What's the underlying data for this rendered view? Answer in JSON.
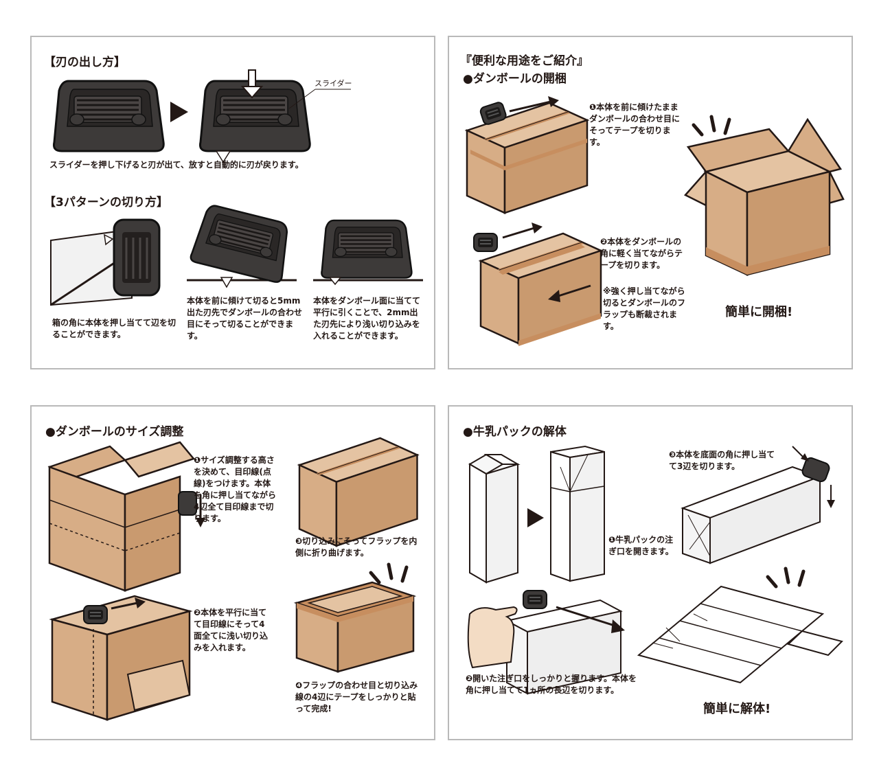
{
  "colors": {
    "panel_border": "#b9b9b9",
    "cardboard": "#d9b38f",
    "cardboard_dark": "#b98a62",
    "cardboard_band": "#c78e5f",
    "tool_body": "#3d3a39",
    "tool_dark": "#221f1e",
    "ink": "#231815"
  },
  "icons": [
    "cutter-tool-icon",
    "arrow-right-icon",
    "arrow-down-icon",
    "burst-lines-icon",
    "hand-icon"
  ],
  "panel1": {
    "title_blade": "【刃の出し方】",
    "slider_label": "スライダー",
    "blade_note": "スライダーを押し下げると刃が出て、放すと自動的に刃が戻ります。",
    "title_patterns": "【3パターンの切り方】",
    "pattern1": "箱の角に本体を押し当てて辺を切ることができます。",
    "pattern2": "本体を前に傾けて切ると5mm出た刃先でダンボールの合わせ目にそって切ることができます。",
    "pattern3": "本体をダンボール面に当てて平行に引くことで、2mm出た刃先により浅い切り込みを入れることができます。"
  },
  "panel2": {
    "title": "『便利な用途をご紹介』",
    "subtitle": "●ダンボールの開梱",
    "step1": "❶本体を前に傾けたままダンボールの合わせ目にそってテープを切ります。",
    "step2": "❷本体をダンボールの角に軽く当てながらテープを切ります。",
    "note": "※強く押し当てながら切るとダンボールのフラップも断裁されます。",
    "result": "簡単に開梱!"
  },
  "panel3": {
    "title": "●ダンボールのサイズ調整",
    "step1": "❶サイズ調整する高さを決めて、目印線(点線)をつけます。本体を角に押し当てながら4辺全て目印線まで切ります。",
    "step2": "❷本体を平行に当てて目印線にそって4面全てに浅い切り込みを入れます。",
    "step3": "❸切り込みにそってフラップを内側に折り曲げます。",
    "step4": "❹フラップの合わせ目と切り込み線の4辺にテープをしっかりと貼って完成!"
  },
  "panel4": {
    "title": "●牛乳パックの解体",
    "step1": "❶牛乳パックの注ぎ口を開きます。",
    "step2": "❷開いた注ぎ口をしっかりと握ります。本体を角に押し当てて1ヵ所の長辺を切ります。",
    "step3": "❸本体を底面の角に押し当てて3辺を切ります。",
    "result": "簡単に解体!"
  }
}
